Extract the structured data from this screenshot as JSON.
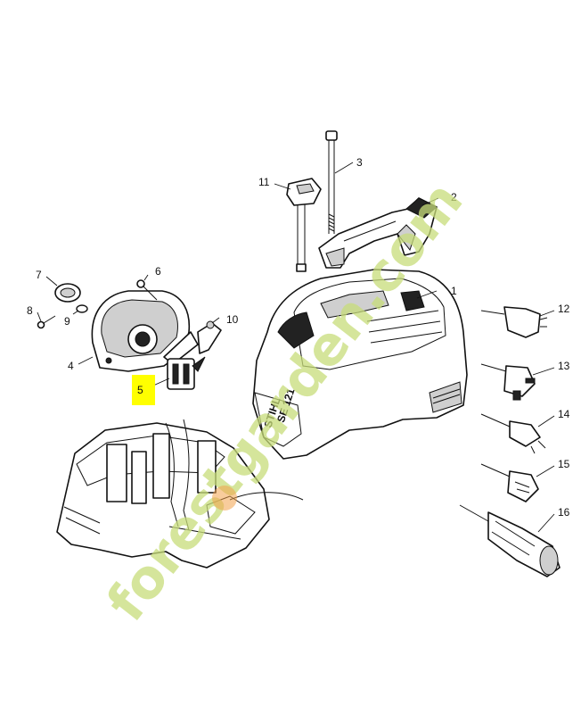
{
  "callouts": [
    {
      "id": "1",
      "label": "1"
    },
    {
      "id": "2",
      "label": "2"
    },
    {
      "id": "3",
      "label": "3"
    },
    {
      "id": "4",
      "label": "4"
    },
    {
      "id": "5",
      "label": "5",
      "highlight_color": "#ffff00"
    },
    {
      "id": "6",
      "label": "6"
    },
    {
      "id": "7",
      "label": "7"
    },
    {
      "id": "8",
      "label": "8"
    },
    {
      "id": "9",
      "label": "9"
    },
    {
      "id": "10",
      "label": "10"
    },
    {
      "id": "11",
      "label": "11"
    },
    {
      "id": "12",
      "label": "12"
    },
    {
      "id": "13",
      "label": "13"
    },
    {
      "id": "14",
      "label": "14"
    },
    {
      "id": "15",
      "label": "15"
    },
    {
      "id": "16",
      "label": "16"
    }
  ],
  "housing_marking": {
    "brand": "STIHL",
    "model": "SE 121"
  },
  "watermark": {
    "text": "forestgarden.com",
    "color": "#c8dd7a",
    "accent_color": "#f2a24a"
  }
}
